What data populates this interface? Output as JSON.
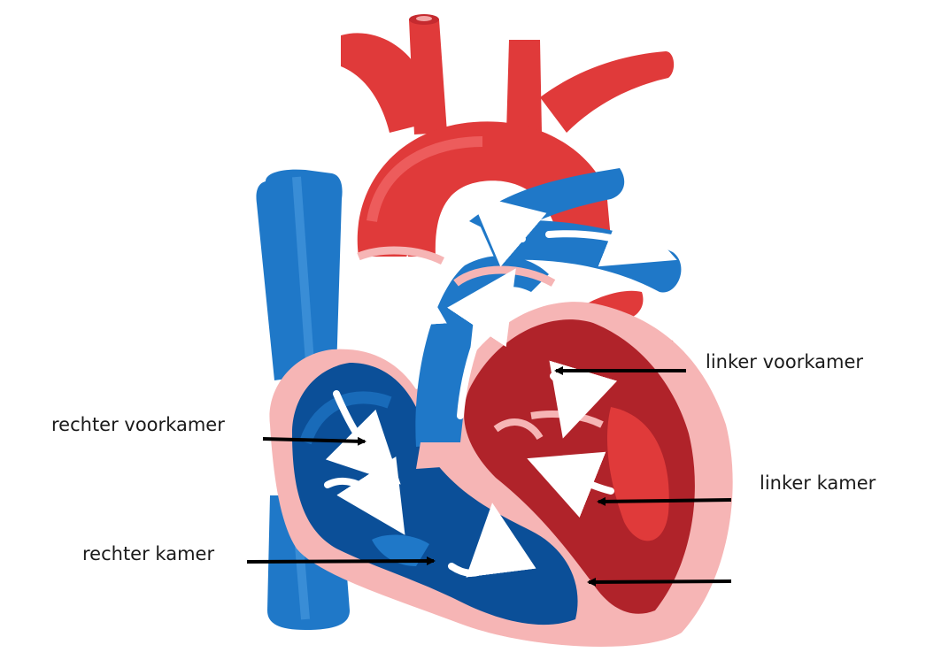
{
  "labels": {
    "linker_voorkamer": "linker voorkamer",
    "rechter_voorkamer": "rechter voorkamer",
    "linker_kamer": "linker kamer",
    "rechter_kamer": "rechter kamer"
  },
  "colors": {
    "oxygenated_red": "#e03a3a",
    "oxygenated_dark": "#b0232a",
    "deoxygenated_blue": "#1f78c8",
    "deoxygenated_dark": "#0b4f98",
    "heart_wall_pink": "#f6b5b5",
    "arrow_black": "#000000",
    "flow_arrow_white": "#ffffff"
  }
}
